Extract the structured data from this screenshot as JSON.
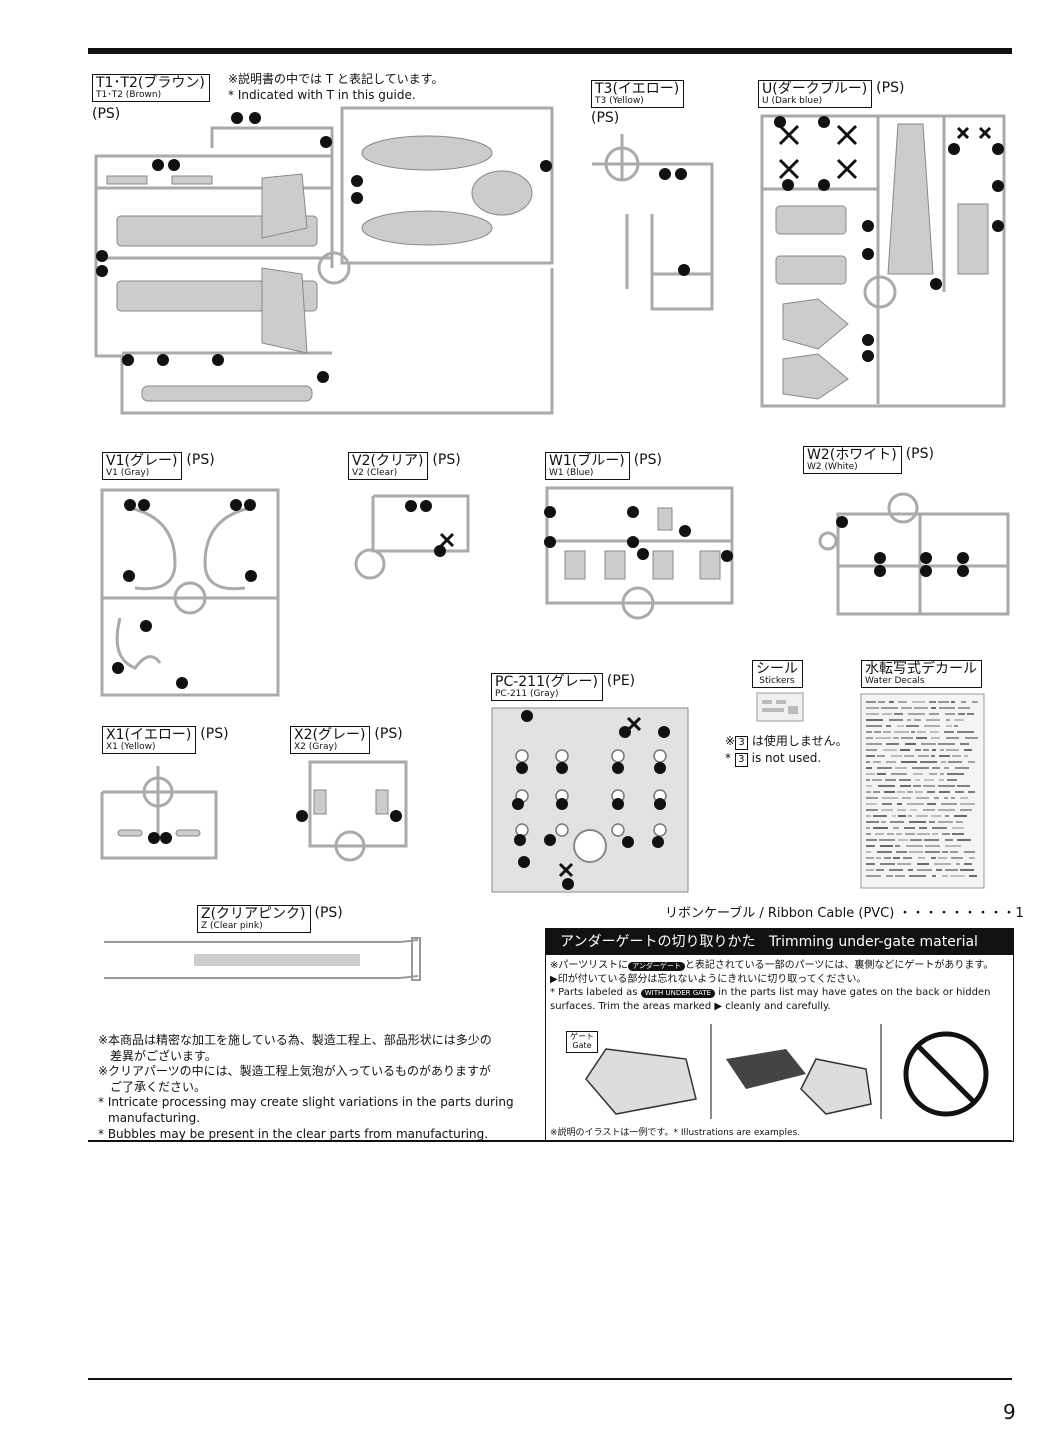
{
  "page_number": "9",
  "runners": {
    "t1t2": {
      "name_jp": "T1･T2(ブラウン)",
      "name_en": "T1･T2 (Brown)",
      "material": "(PS)",
      "note_jp": "※説明書の中では T と表記しています。",
      "note_en": "* Indicated with T in this guide."
    },
    "t3": {
      "name_jp": "T3(イエロー)",
      "name_en": "T3 (Yellow)",
      "material": "(PS)"
    },
    "u": {
      "name_jp": "U(ダークブルー)",
      "name_en": "U (Dark blue)",
      "material": "(PS)"
    },
    "v1": {
      "name_jp": "V1(グレー)",
      "name_en": "V1 (Gray)",
      "material": "(PS)"
    },
    "v2": {
      "name_jp": "V2(クリア)",
      "name_en": "V2 (Clear)",
      "material": "(PS)"
    },
    "w1": {
      "name_jp": "W1(ブルー)",
      "name_en": "W1 (Blue)",
      "material": "(PS)"
    },
    "w2": {
      "name_jp": "W2(ホワイト)",
      "name_en": "W2 (White)",
      "material": "(PS)"
    },
    "pc211": {
      "name_jp": "PC-211(グレー)",
      "name_en": "PC-211 (Gray)",
      "material": "(PE)"
    },
    "x1": {
      "name_jp": "X1(イエロー)",
      "name_en": "X1 (Yellow)",
      "material": "(PS)"
    },
    "x2": {
      "name_jp": "X2(グレー)",
      "name_en": "X2 (Gray)",
      "material": "(PS)"
    },
    "z": {
      "name_jp": "Z(クリアピンク)",
      "name_en": "Z (Clear pink)",
      "material": "(PS)"
    }
  },
  "stickers": {
    "name_jp": "シール",
    "name_en": "Stickers",
    "note_jp_pre": "※",
    "note_num": "3",
    "note_jp_post": "は使用しません。",
    "note_en_pre": "*",
    "note_en_post": "is not used."
  },
  "decals": {
    "name_jp": "水転写式デカール",
    "name_en": "Water Decals"
  },
  "ribbon_cable": "リボンケーブル / Ribbon Cable (PVC) ・・・・・・・・・1",
  "trimming": {
    "title_jp": "アンダーゲートの切り取りかた",
    "title_en": "Trimming under-gate material",
    "line1_pre": "※パーツリストに",
    "badge_jp": "アンダーゲート",
    "line1_post": "と表記されている一部のパーツには、裏側などにゲートがあります。",
    "line2": "▶印が付いている部分は忘れないようにきれいに切り取ってください。",
    "line3_pre": "* Parts labeled as",
    "badge_en": "WITH UNDER GATE",
    "line3_post": "in the parts list may have gates on the back or hidden",
    "line4": "surfaces. Trim the areas marked ▶ cleanly and carefully.",
    "gate_jp": "ゲート",
    "gate_en": "Gate",
    "footer": "※説明のイラストは一例です。* Illustrations are examples."
  },
  "disclaimer": {
    "jp1": "※本商品は精密な加工を施している為、製造工程上、部品形状には多少の",
    "jp1b": "差異がございます。",
    "jp2": "※クリアパーツの中には、製造工程上気泡が入っているものがありますが",
    "jp2b": "ご了承ください。",
    "en1": "* Intricate processing may create slight variations in the parts during",
    "en1b": "manufacturing.",
    "en2": "* Bubbles may be present in the clear parts from manufacturing."
  }
}
